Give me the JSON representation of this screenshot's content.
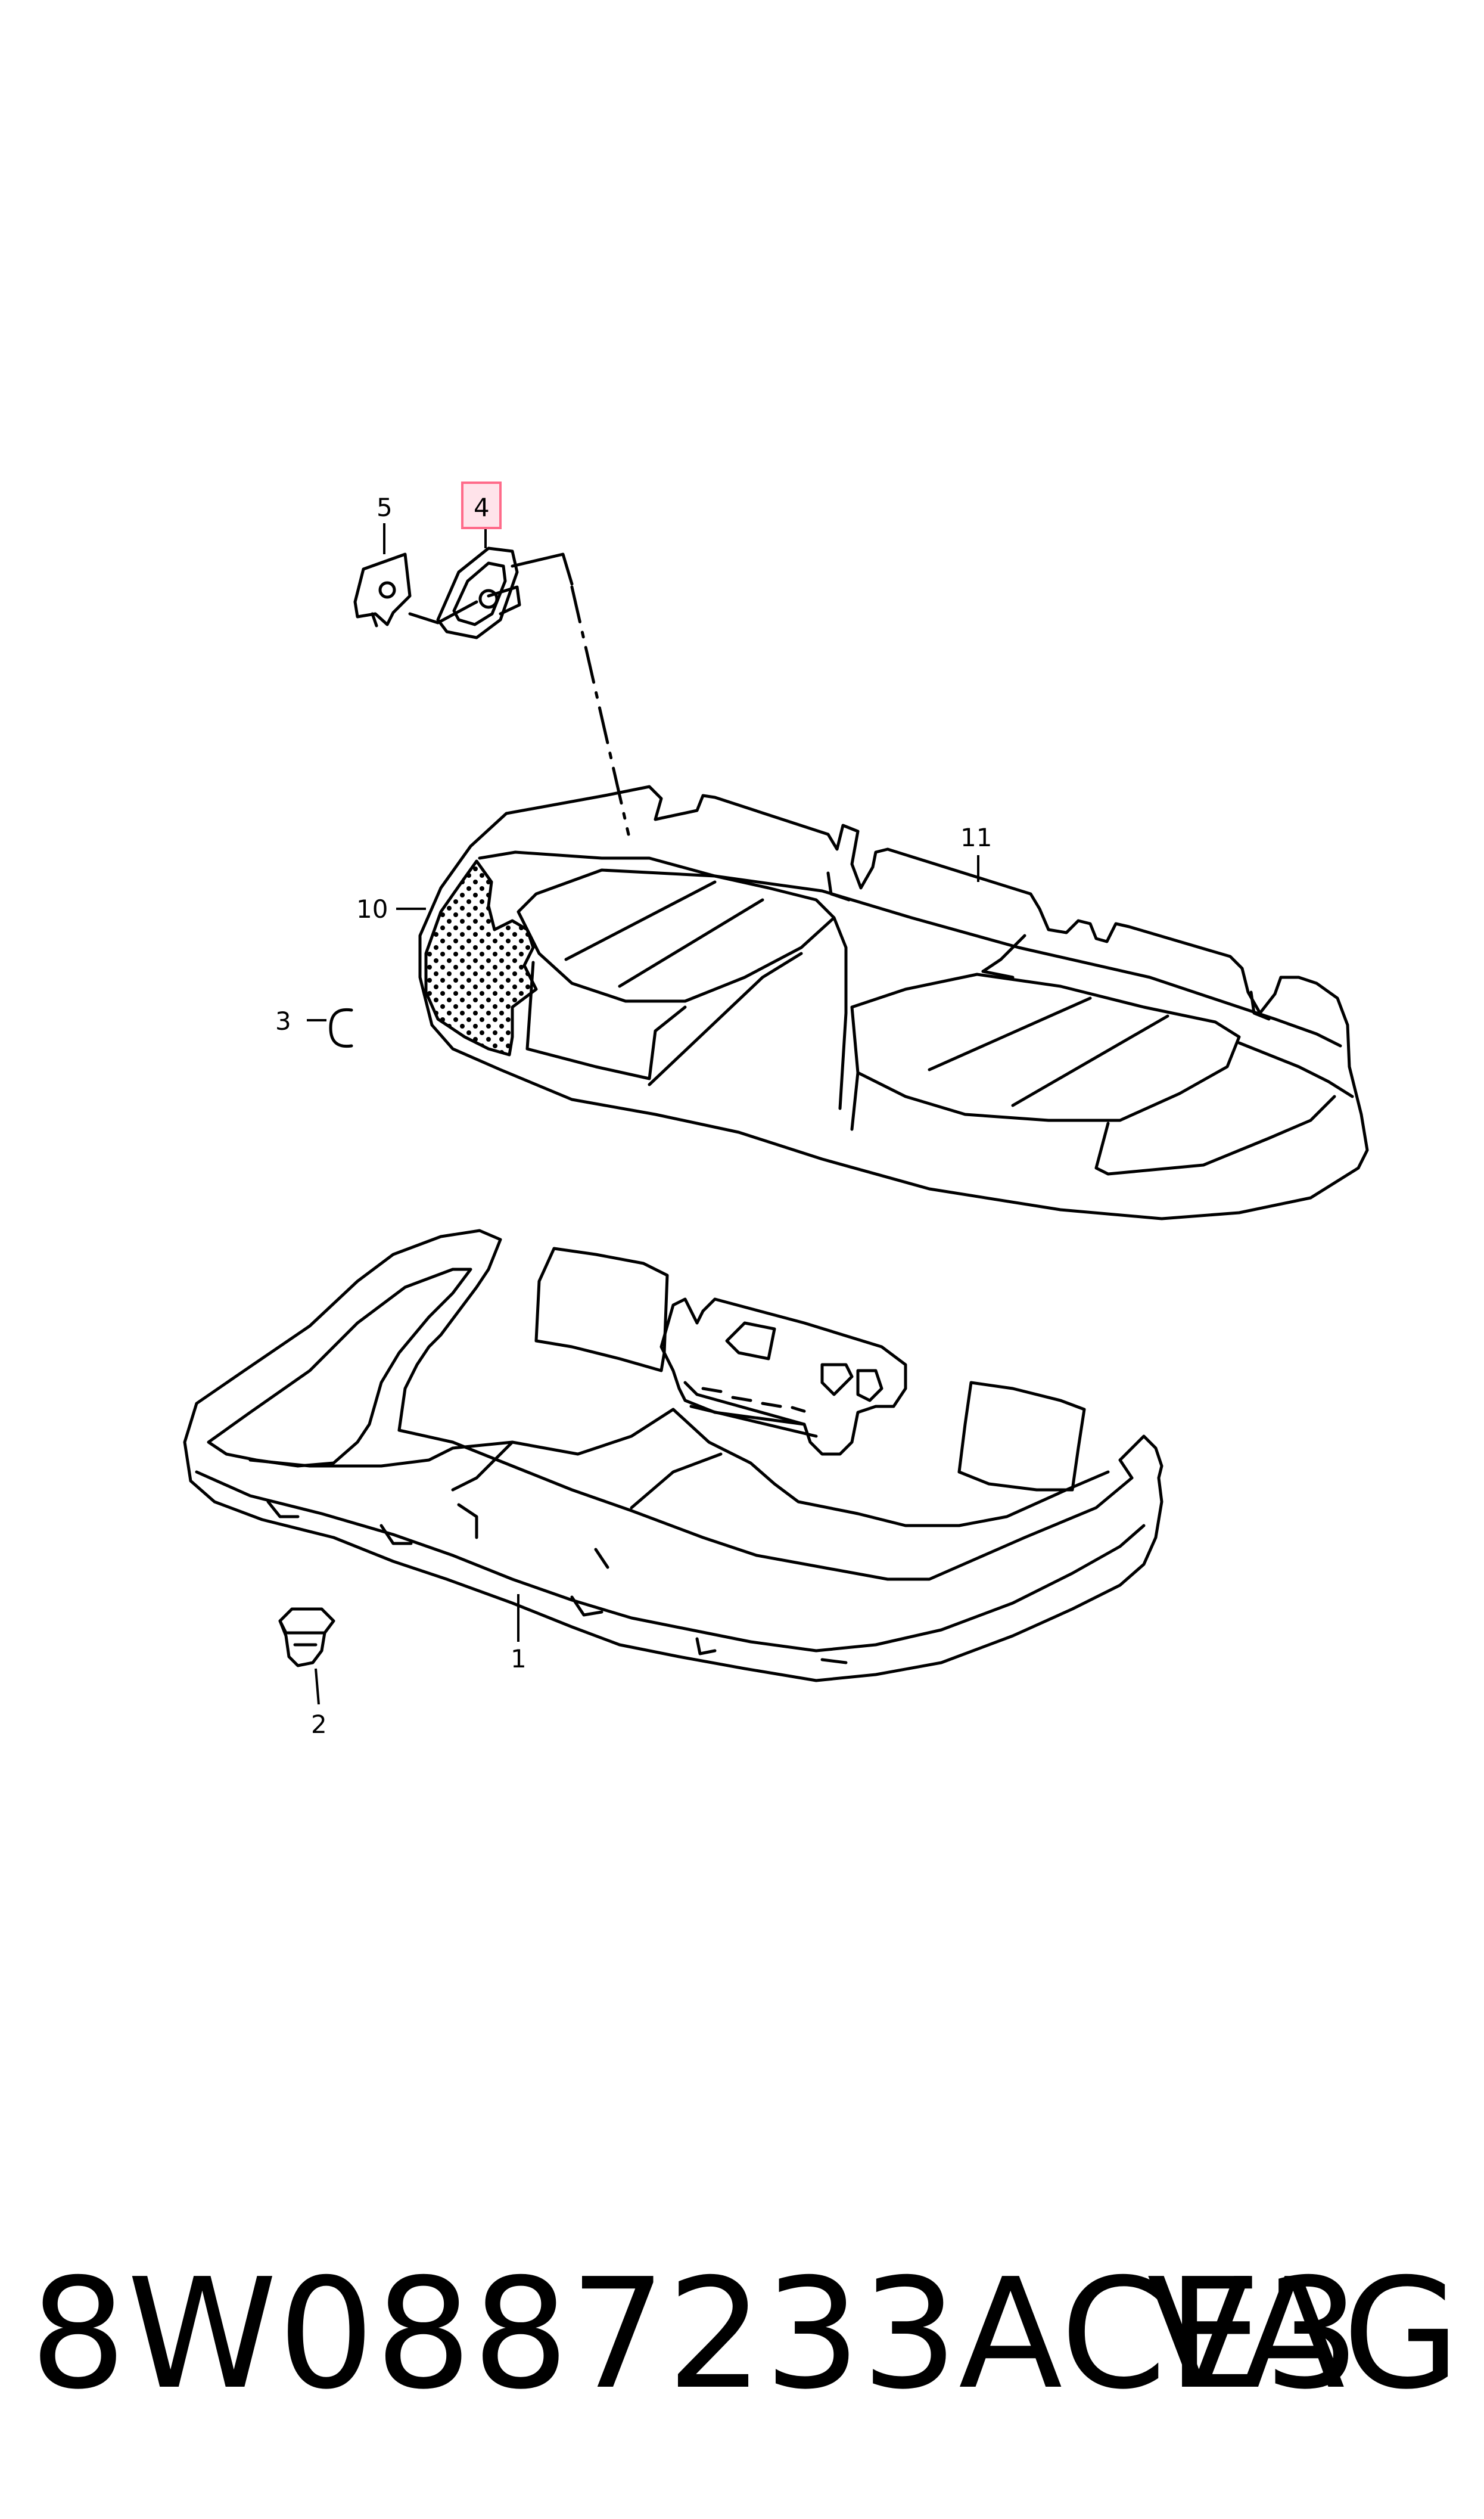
{
  "callouts": {
    "c1": "1",
    "c2": "2",
    "c3": "3",
    "c4": "4",
    "c5": "5",
    "c10": "10",
    "c11": "11"
  },
  "highlight_color": "#ff6b8a",
  "highlight_fill": "#ffe3ea",
  "footer": {
    "part_number": "8W0887233ACE3",
    "brand": "VAG"
  }
}
